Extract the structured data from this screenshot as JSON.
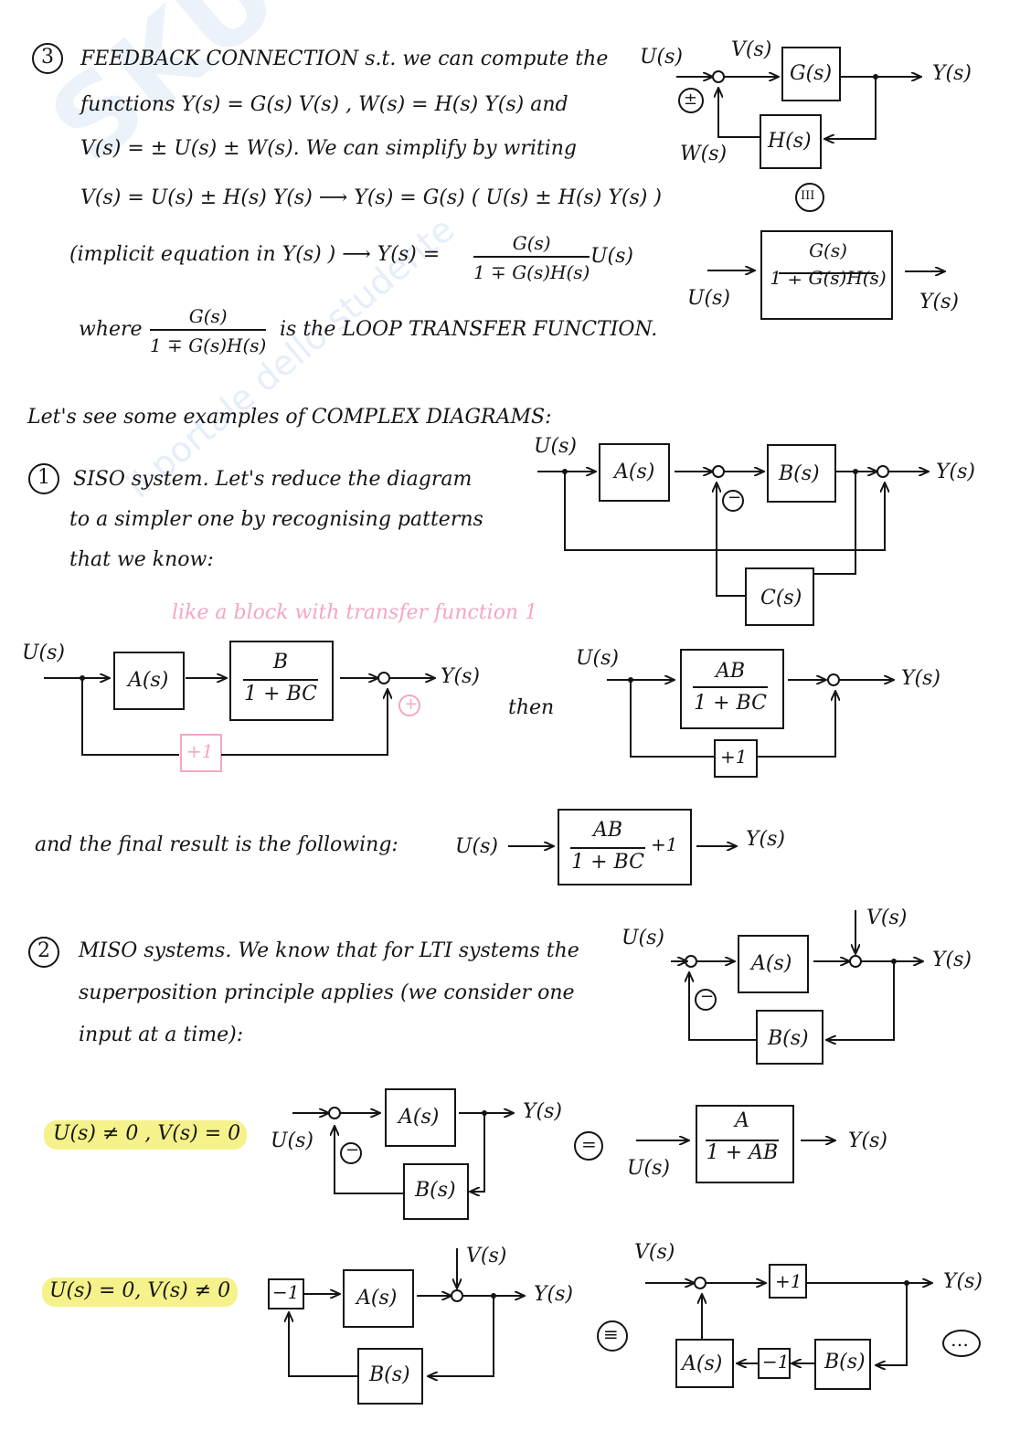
{
  "watermark": {
    "brand": "SKUOLA.net",
    "slogan": "il portale dello studente"
  },
  "section3": {
    "number": "3",
    "line1": "FEEDBACK CONNECTION s.t. we can compute the",
    "line2": "functions Y(s) = G(s) V(s) , W(s) = H(s) Y(s) and",
    "line3": "V(s) = ± U(s) ± W(s). We can simplify by writing",
    "line4": "V(s) = U(s) ± H(s) Y(s)  ⟶  Y(s) = G(s) ( U(s) ± H(s) Y(s) )",
    "line5a": "(implicit equation in Y(s) ) ⟶ Y(s) =",
    "frac_num": "G(s)",
    "frac_den": "1 ∓ G(s)H(s)",
    "line5b": "U(s)",
    "line6a": "where",
    "line6b": "is the LOOP TRANSFER FUNCTION.",
    "diagram": {
      "u": "U(s)",
      "v": "V(s)",
      "g": "G(s)",
      "y": "Y(s)",
      "pm": "±",
      "h": "H(s)",
      "w": "W(s)",
      "roman": "III"
    },
    "diagram2": {
      "num": "G(s)",
      "den": "1 ∓ G(s)H(s)",
      "u": "U(s)",
      "y": "Y(s)"
    }
  },
  "examples_heading": "Let's see some examples of COMPLEX DIAGRAMS:",
  "example1": {
    "number": "1",
    "line1": "SISO system. Let's reduce the diagram",
    "line2": "to a simpler one by recognising patterns",
    "line3": "that we know:",
    "diagram": {
      "u": "U(s)",
      "a": "A(s)",
      "b": "B(s)",
      "c": "C(s)",
      "y": "Y(s)",
      "minus": "−"
    },
    "pink_note": "like a block with transfer function 1",
    "step1": {
      "u": "U(s)",
      "a": "A(s)",
      "num": "B",
      "den": "1 + BC",
      "y": "Y(s)",
      "plus": "+",
      "gain": "+1"
    },
    "then": "then",
    "step2": {
      "u": "U(s)",
      "num": "AB",
      "den": "1 + BC",
      "y": "Y(s)",
      "gain": "+1"
    },
    "final_text": "and the final result is the following:",
    "final": {
      "u": "U(s)",
      "num": "AB",
      "den": "1 + BC",
      "plus": "+1",
      "y": "Y(s)"
    }
  },
  "example2": {
    "number": "2",
    "line1": "MISO systems. We know that for LTI systems the",
    "line2": "superposition principle applies (we consider one",
    "line3": "input at a time):",
    "diagram": {
      "u": "U(s)",
      "v": "V(s)",
      "a": "A(s)",
      "b": "B(s)",
      "y": "Y(s)",
      "minus": "−"
    },
    "case1": {
      "label": "U(s) ≠ 0 , V(s) = 0",
      "u": "U(s)",
      "a": "A(s)",
      "b": "B(s)",
      "y": "Y(s)",
      "minus": "−",
      "eq": "=",
      "num": "A",
      "den": "1 + AB",
      "u2": "U(s)",
      "y2": "Y(s)"
    },
    "case2": {
      "label": "U(s) = 0, V(s) ≠ 0",
      "neg": "−1",
      "a": "A(s)",
      "b": "B(s)",
      "v": "V(s)",
      "y": "Y(s)",
      "eq": "≡",
      "v2": "V(s)",
      "plus1": "+1",
      "y2": "Y(s)",
      "a2": "A(s)",
      "neg2": "−1",
      "b2": "B(s)",
      "dots": "…"
    }
  }
}
